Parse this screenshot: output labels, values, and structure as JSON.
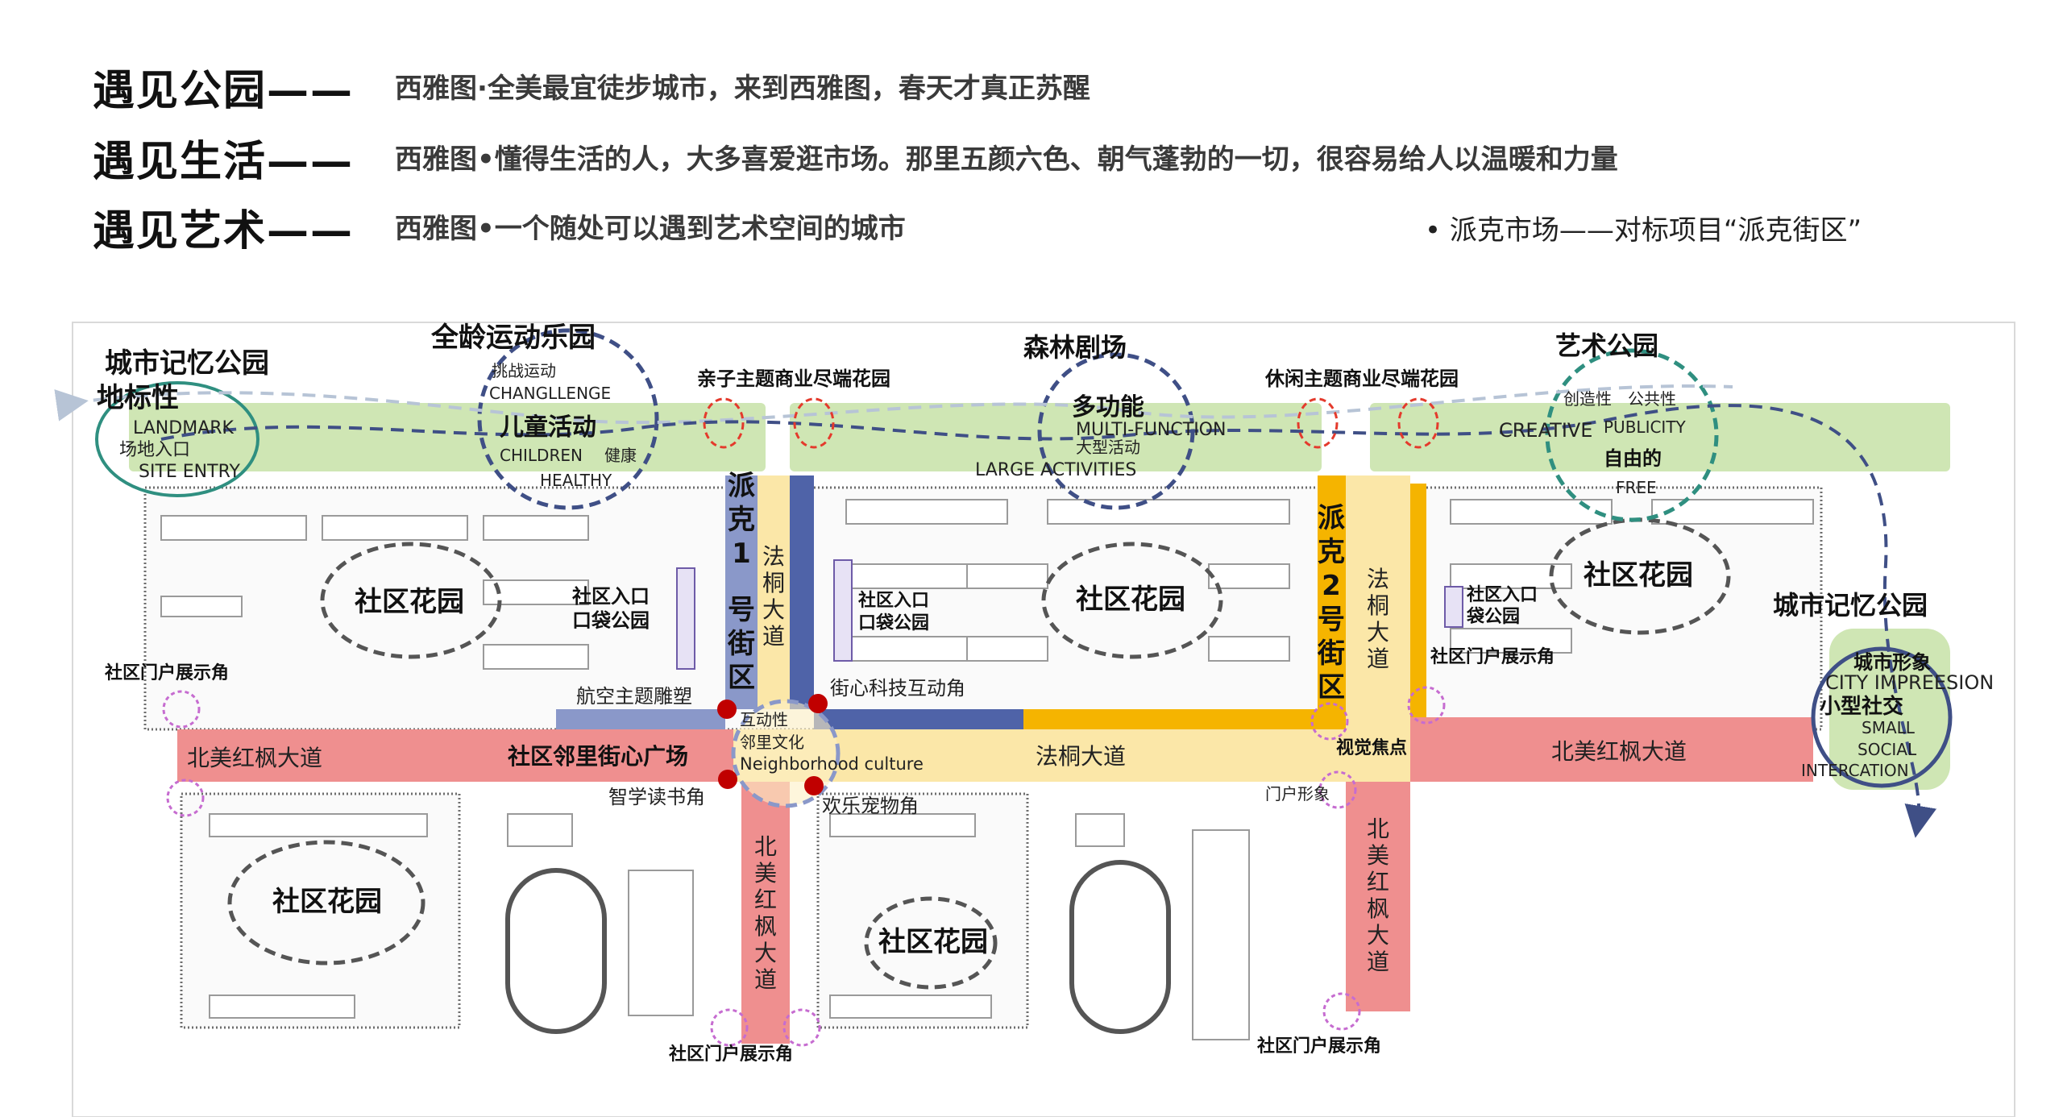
{
  "header": {
    "rows": [
      {
        "title": "遇见公园——",
        "desc": "西雅图·全美最宜徒步城市，来到西雅图，春天才真正苏醒"
      },
      {
        "title": "遇见生活——",
        "desc": "西雅图•懂得生活的人，大多喜爱逛市场。那里五颜六色、朝气蓬勃的一切，很容易给人以温暖和力量"
      },
      {
        "title": "遇见艺术——",
        "desc": "西雅图•一个随处可以遇到艺术空间的城市"
      }
    ],
    "bullet": "•  派克市场——对标项目“派克街区”"
  },
  "map": {
    "top_labels": {
      "city_memory_park_left": "城市记忆公园",
      "landmark_cn": "地标性",
      "landmark_en": "LANDMARK",
      "site_entry_cn": "场地入口",
      "site_entry_en": "SITE ENTRY",
      "all_age_sports": "全龄运动乐园",
      "challenge_cn": "挑战运动",
      "challenge_en": "CHANGLLENGE",
      "children_cn": "儿童活动",
      "children_en": "CHILDREN",
      "health_cn": "健康",
      "health_en": "HEALTHY",
      "family_garden": "亲子主题商业尽端花园",
      "forest_theatre": "森林剧场",
      "multi_cn": "多功能",
      "multi_en": "MULTI-FUNCTION",
      "large_cn": "大型活动",
      "large_en": "LARGE ACTIVITIES",
      "leisure_garden": "休闲主题商业尽端花园",
      "art_park": "艺术公园",
      "creative_cn": "创造性",
      "public_cn": "公共性",
      "creative_en": "CREATIVE",
      "public_en": "PUBLICITY",
      "free_cn": "自由的",
      "free_en": "FREE"
    },
    "streets": {
      "pike1": [
        "派",
        "克",
        "1",
        "号",
        "街",
        "区"
      ],
      "pike2": [
        "派",
        "克",
        "2",
        "号",
        "街",
        "区"
      ],
      "plane_ave": [
        "法",
        "桐",
        "大",
        "道"
      ],
      "maple_ave_v": [
        "北",
        "美",
        "红",
        "枫",
        "大",
        "道"
      ],
      "maple_ave_h": "北美红枫大道",
      "plane_ave_h": "法桐大道"
    },
    "places": {
      "community_garden": "社区花园",
      "community_entry_1": "社区入口",
      "pocket_park_1": "口袋公园",
      "community_entry_2": "社区入口",
      "pocket_park_2": "口袋公园",
      "community_entry_3": "社区入口",
      "pocket_park_3": "袋公园",
      "gate_corner": "社区门户展示角",
      "aviation_sculpture": "航空主题雕塑",
      "tech_corner": "街心科技互动角",
      "neighborhood_plaza": "社区邻里街心广场",
      "interactive": "互动性",
      "neighbor_culture_cn": "邻里文化",
      "neighbor_culture_en": "Neighborhood culture",
      "reading_corner": "智学读书角",
      "pet_corner": "欢乐宠物角",
      "visual_focus": "视觉焦点",
      "gate_image": "门户形象",
      "city_memory_park_right": "城市记忆公园",
      "city_image_cn": "城市形象",
      "city_image_en": "CITY IMPREESION",
      "small_social_cn": "小型社交",
      "small_en": "SMALL",
      "social_en": "SOCIAL",
      "interaction_en": "INTERCATION"
    }
  },
  "colors": {
    "green_belt": "#cfe6b4",
    "blue_street": "#4f63a8",
    "light_blue_street": "#8a98c9",
    "yellow_street": "#f5b400",
    "light_yellow": "#fbe7a8",
    "red_street": "#ef8f8f",
    "dashed_blue": "#3f4f86",
    "dashed_teal": "#2f8f80",
    "red_circle": "#e43a2c",
    "pink_circle": "#c66cd0",
    "dark_red_dot": "#c00000"
  }
}
